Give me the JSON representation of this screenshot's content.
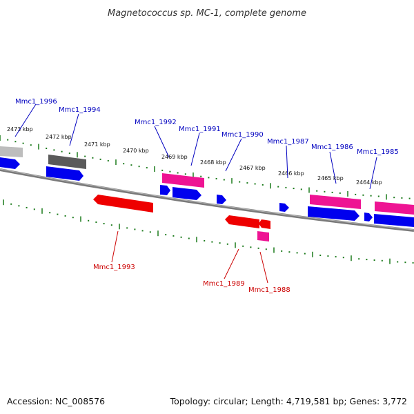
{
  "title": "Magnetococcus sp. MC-1, complete genome",
  "footer": {
    "accession": "Accession: NC_008576",
    "summary": "Topology: circular; Length: 4,719,581 bp; Genes: 3,772"
  },
  "colors": {
    "backbone": "#7a7a7a",
    "tick": "#1a7a1a",
    "forward_cds": "#0000ee",
    "forward_rna": "#ee1493",
    "reverse_cds": "#ee0000",
    "reverse_rna": "#ee1493",
    "top_label": "#0000c0",
    "bottom_label": "#cc0000",
    "gray_gene": "#777777"
  },
  "ruler_labels": [
    "2473 kbp",
    "2472 kbp",
    "2471 kbp",
    "2470 kbp",
    "2469 kbp",
    "2468 kbp",
    "2467 kbp",
    "2466 kbp",
    "2465 kbp",
    "2464 kbp"
  ],
  "top_genes": [
    "Mmc1_1996",
    "Mmc1_1994",
    "Mmc1_1992",
    "Mmc1_1991",
    "Mmc1_1990",
    "Mmc1_1987",
    "Mmc1_1986",
    "Mmc1_1985"
  ],
  "bottom_genes": [
    "Mmc1_1993",
    "Mmc1_1989",
    "Mmc1_1988"
  ]
}
